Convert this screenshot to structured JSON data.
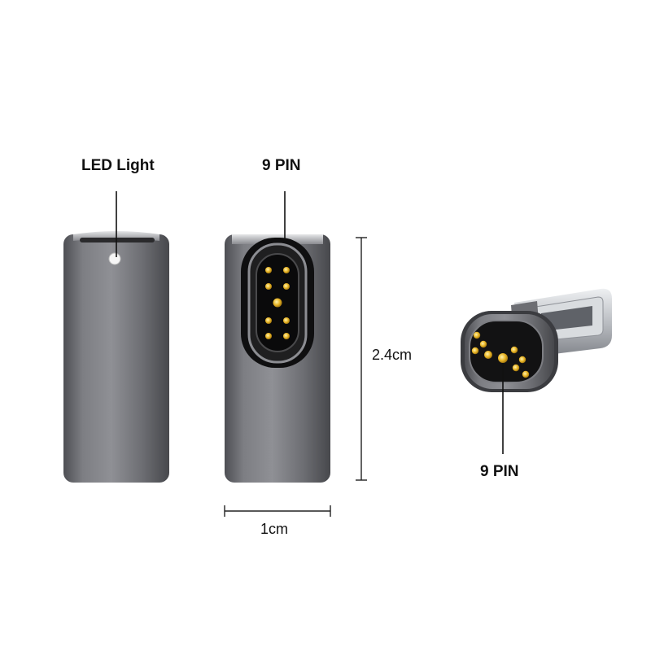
{
  "labels": {
    "led_light": "LED Light",
    "pin_top": "9 PIN",
    "pin_side": "9 PIN"
  },
  "dimensions": {
    "height": "2.4cm",
    "width": "1cm"
  },
  "colors": {
    "body_gray": "#6f7075",
    "body_highlight": "#9a9ba0",
    "pin_gold": "#e8b526",
    "connector_black": "#151515",
    "usb_c_silver": "#c9ccd1"
  },
  "products": {
    "count": 3,
    "pins_per_connector": 9
  }
}
